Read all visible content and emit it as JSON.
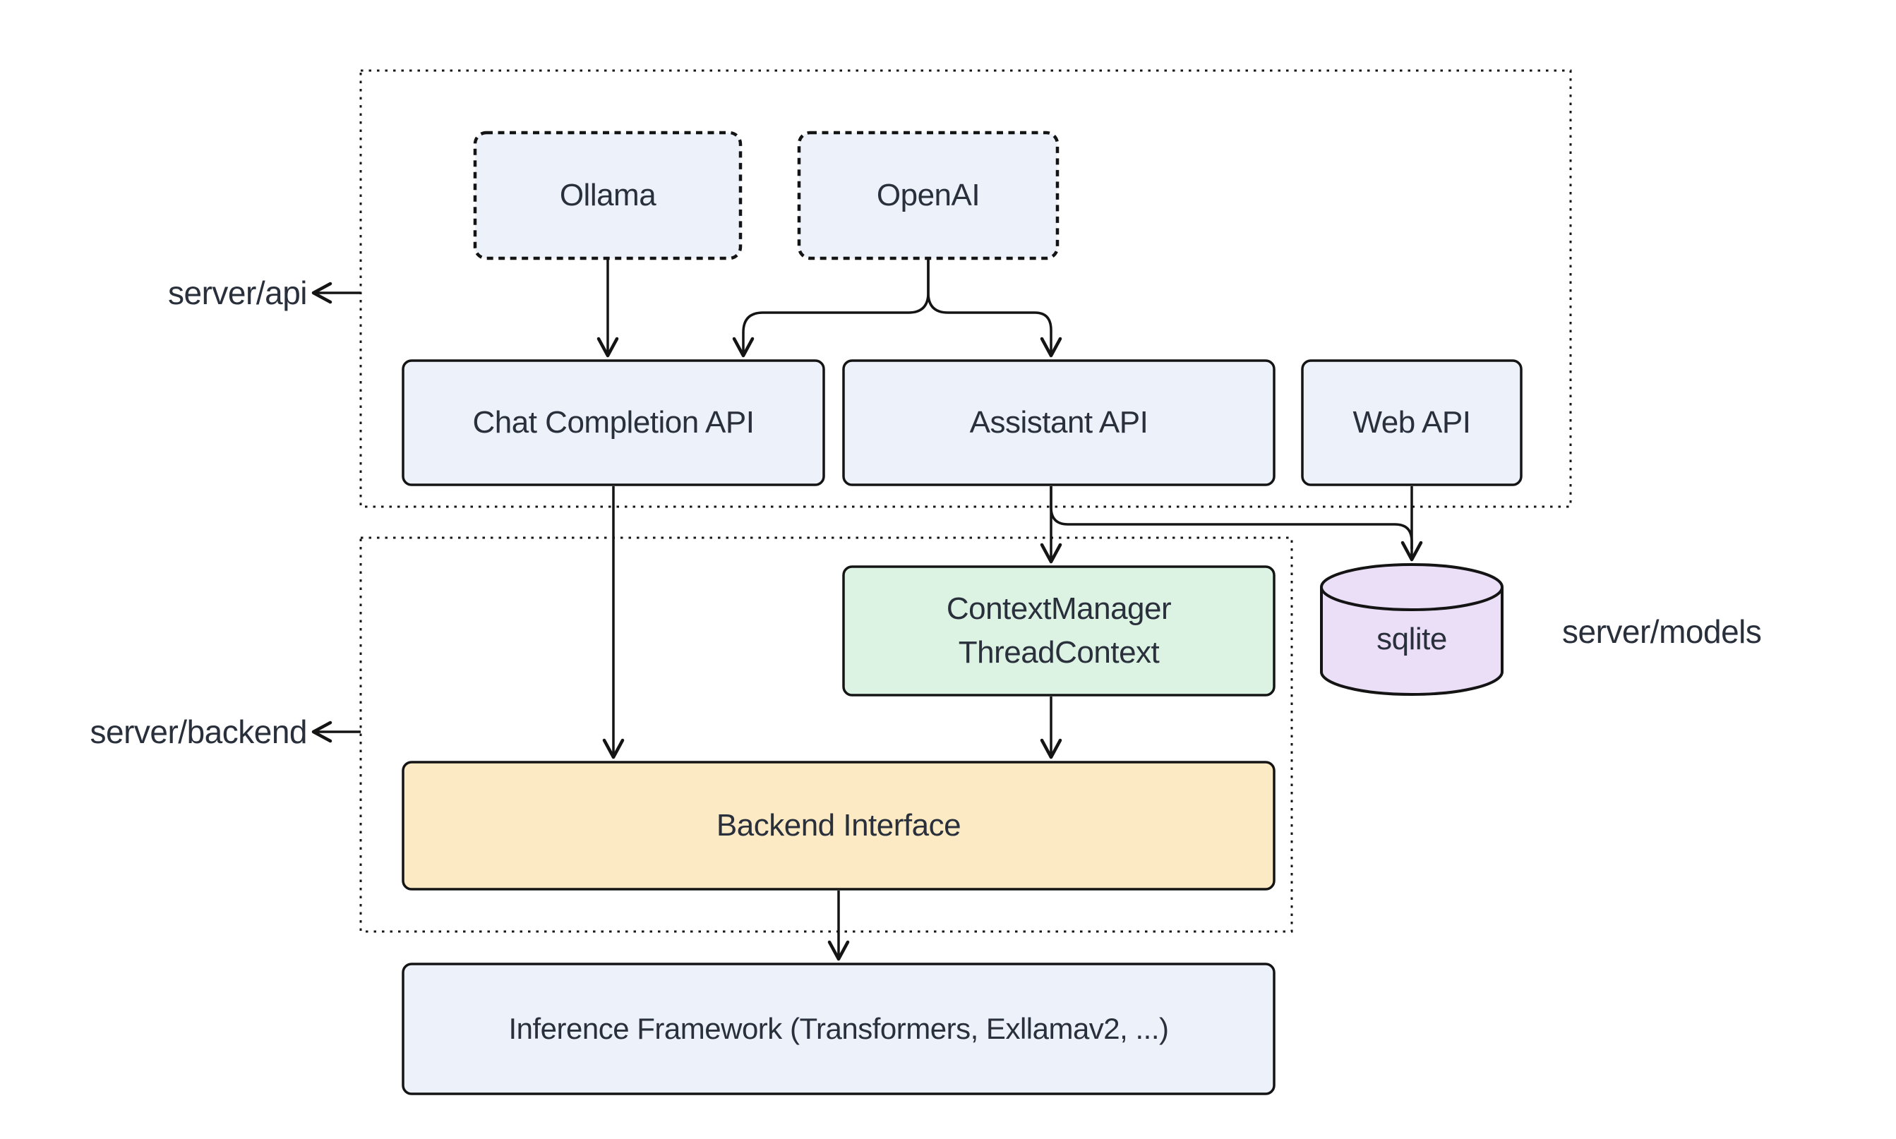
{
  "diagram_title": "",
  "containers": {
    "server_api": {
      "label": "server/api"
    },
    "server_backend": {
      "label": "server/backend"
    }
  },
  "side_labels": {
    "server_models": {
      "label": "server/models"
    }
  },
  "nodes": {
    "ollama": {
      "label": "Ollama",
      "style": "dashed"
    },
    "openai": {
      "label": "OpenAI",
      "style": "dashed"
    },
    "chat_completion_api": {
      "label": "Chat Completion API",
      "style": "solid"
    },
    "assistant_api": {
      "label": "Assistant API",
      "style": "solid"
    },
    "web_api": {
      "label": "Web API",
      "style": "solid"
    },
    "context_manager": {
      "line1": "ContextManager",
      "line2": "ThreadContext",
      "style": "solid"
    },
    "sqlite": {
      "label": "sqlite",
      "shape": "cylinder"
    },
    "backend_interface": {
      "label": "Backend Interface",
      "style": "solid"
    },
    "inference_framework": {
      "label": "Inference Framework (Transformers, Exllamav2, ...)",
      "style": "solid"
    }
  },
  "edges": [
    {
      "from": "Ollama",
      "to": "Chat Completion API"
    },
    {
      "from": "OpenAI",
      "to": "Chat Completion API"
    },
    {
      "from": "OpenAI",
      "to": "Assistant API"
    },
    {
      "from": "Chat Completion API",
      "to": "Backend Interface"
    },
    {
      "from": "Assistant API",
      "to": "ContextManager ThreadContext"
    },
    {
      "from": "Assistant API",
      "to": "sqlite"
    },
    {
      "from": "Web API",
      "to": "sqlite"
    },
    {
      "from": "ContextManager ThreadContext",
      "to": "Backend Interface"
    },
    {
      "from": "Backend Interface",
      "to": "Inference Framework (Transformers, Exllamav2, ...)"
    }
  ],
  "colors": {
    "node_blue": "#ECF1FA",
    "node_green": "#DCF2E2",
    "node_yellow": "#FBEAC3",
    "node_purple": "#EBDFF8",
    "stroke": "#141414",
    "container_stroke": "#161616",
    "text": "#29303B",
    "background": "#FFFFFF"
  }
}
